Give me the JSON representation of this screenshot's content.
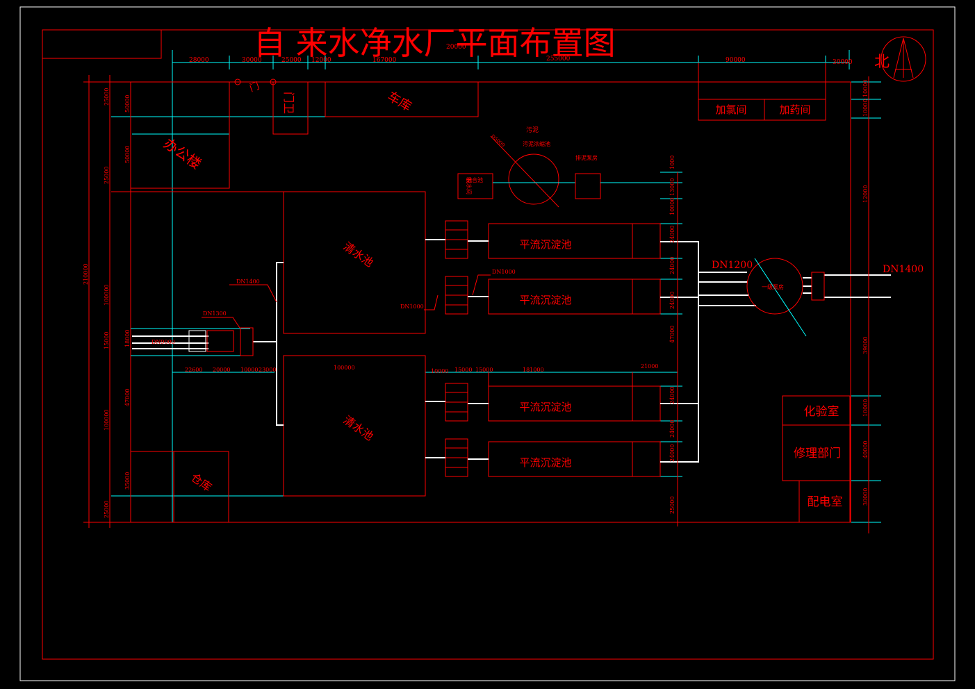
{
  "title": "自 来水净水厂平面布置图",
  "north": "北",
  "colors": {
    "background": "#000000",
    "line": "#ff0000",
    "dim": "#00ffff",
    "pipe": "#ffffff"
  },
  "buildings": {
    "office": "办公楼",
    "gate": "门卫",
    "gate_door": "门",
    "garage": "车库",
    "chlorine_1": "加氯间",
    "chlorine_2": "加药间",
    "clear_pool_top": "清水池",
    "clear_pool_bottom": "清水池",
    "warehouse": "仓库",
    "sed_1": "平流沉淀池",
    "sed_2": "平流沉淀池",
    "sed_3": "平流沉淀池",
    "sed_4": "平流沉淀池",
    "lab": "化验室",
    "repair": "修理部门",
    "power": "配电室",
    "pump_station": "一级泵房",
    "sludge": "污泥浓缩池",
    "sludge_label": "污泥",
    "sludge_pump": "排泥泵房",
    "mixing_top": "混合池",
    "dewater": "脱水间"
  },
  "pipes": {
    "dn1200": "DN1200",
    "dn1400": "DN1400",
    "dn1400_small": "DN1400",
    "dn1000_a": "DN1000",
    "dn1000_b": "DN1000",
    "dn1300": "DN1300",
    "dn9000": "DN9000",
    "d5000": "D5000"
  },
  "dims_top": [
    "28000",
    "30000",
    "25000",
    "12000",
    "167000",
    "20000",
    "255000",
    "90000",
    "30000"
  ],
  "dims_mid": [
    "22600",
    "20000",
    "10000",
    "23000",
    "100000",
    "10000",
    "15000",
    "15000",
    "181000",
    "21000"
  ],
  "dims_left": [
    "25000",
    "50000",
    "25000",
    "210000",
    "100000",
    "15000",
    "47000",
    "100000",
    "35000",
    "25000",
    "50000",
    "18000"
  ],
  "dims_right": [
    "1000",
    "13000",
    "10000",
    "24000",
    "24000",
    "24000",
    "47000",
    "24000",
    "24000",
    "24000",
    "25000"
  ],
  "dims_far_right": [
    "10000",
    "10000",
    "12000",
    "39000",
    "10000",
    "40000",
    "30000"
  ]
}
